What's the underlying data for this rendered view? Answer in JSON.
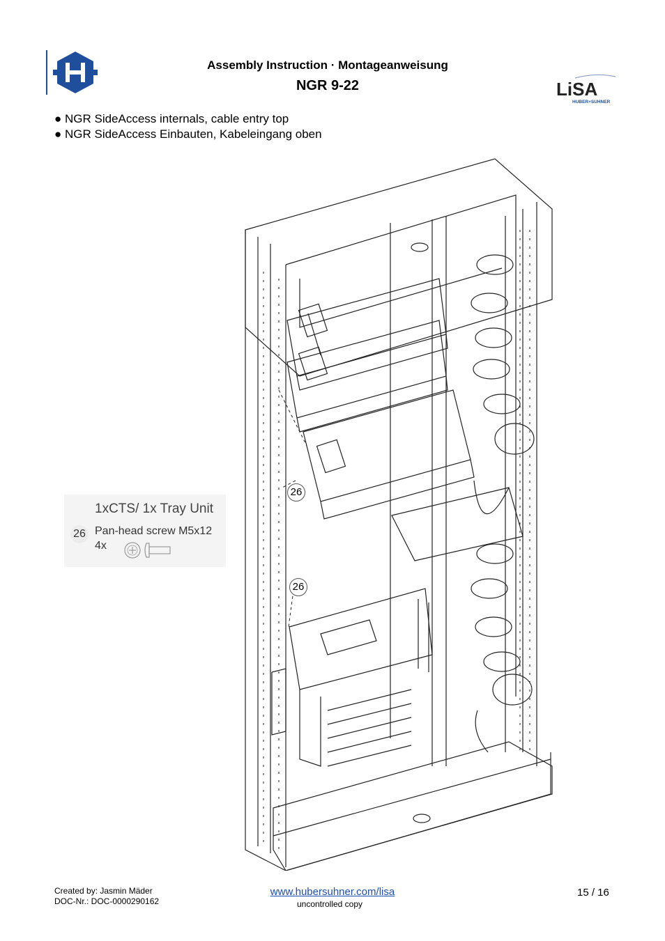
{
  "header": {
    "title": "Assembly Instruction  ·  Montageanweisung",
    "subtitle": "NGR 9-22",
    "left_logo": "huber-suhner-hexagon-logo",
    "right_logo": {
      "name": "lisa-logo",
      "word": "LiSA",
      "tagline": "HUBER+SUHNER"
    }
  },
  "bullets": [
    "● NGR SideAccess internals, cable entry top",
    "● NGR SideAccess Einbauten, Kabeleingang oben"
  ],
  "legend": {
    "title": "1xCTS/ 1x Tray Unit",
    "item_number": "26",
    "item_description": "Pan-head screw M5x12",
    "quantity": "4x",
    "item_icon": "pan-head-screw-icon"
  },
  "drawing": {
    "name": "rack-exploded-drawing",
    "callouts": [
      "26",
      "26"
    ]
  },
  "footer": {
    "created_by": "Created by: Jasmin Mäder",
    "doc_number": "DOC-Nr.: DOC-0000290162",
    "link": "www.hubersuhner.com/lisa",
    "uncontrolled": "uncontrolled copy",
    "page": "15 / 16"
  },
  "colors": {
    "brand_blue": "#1f4e9c",
    "link_blue": "#1f4fb4",
    "line": "#222222"
  }
}
